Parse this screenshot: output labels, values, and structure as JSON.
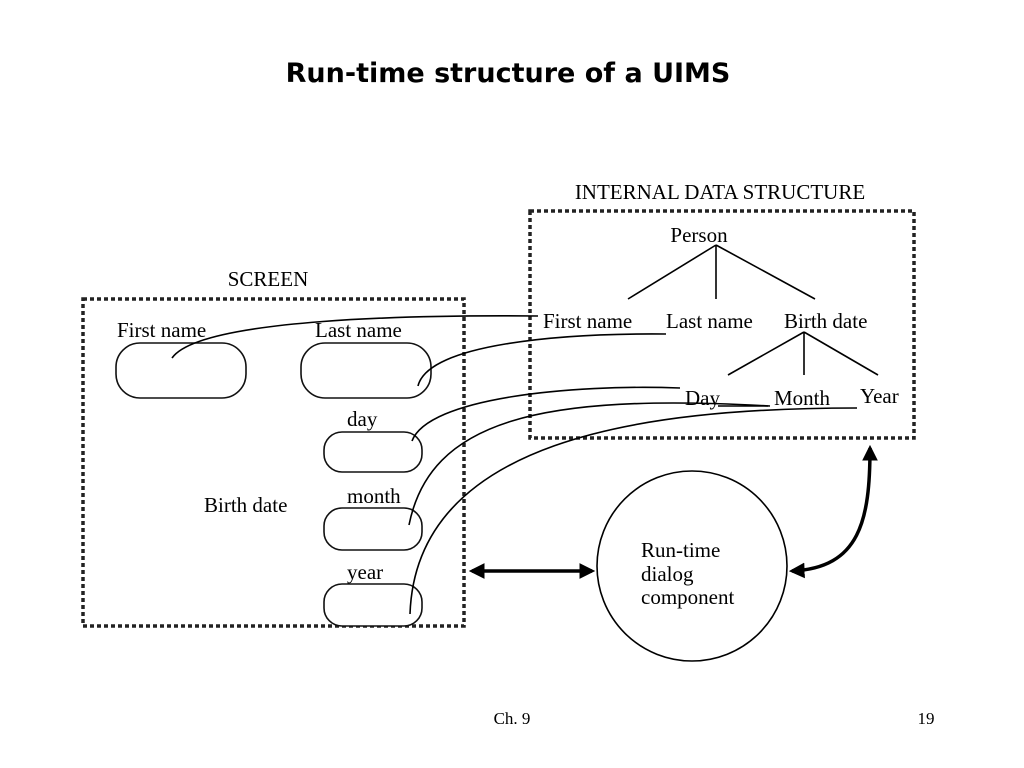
{
  "slide": {
    "title": "Run-time structure of a UIMS",
    "footer_left": "Ch. 9",
    "footer_right": "19"
  },
  "screen": {
    "title": "SCREEN",
    "labels": {
      "first_name": "First name",
      "last_name": "Last name",
      "day": "day",
      "month": "month",
      "year": "year",
      "birth_date": "Birth date"
    }
  },
  "internal": {
    "title": "INTERNAL DATA STRUCTURE",
    "nodes": {
      "person": "Person",
      "first_name": "First name",
      "last_name": "Last name",
      "birth_date": "Birth date",
      "day": "Day",
      "month": "Month",
      "year": "Year"
    }
  },
  "dialog": {
    "lines": [
      "Run-time",
      "dialog",
      "component"
    ]
  }
}
